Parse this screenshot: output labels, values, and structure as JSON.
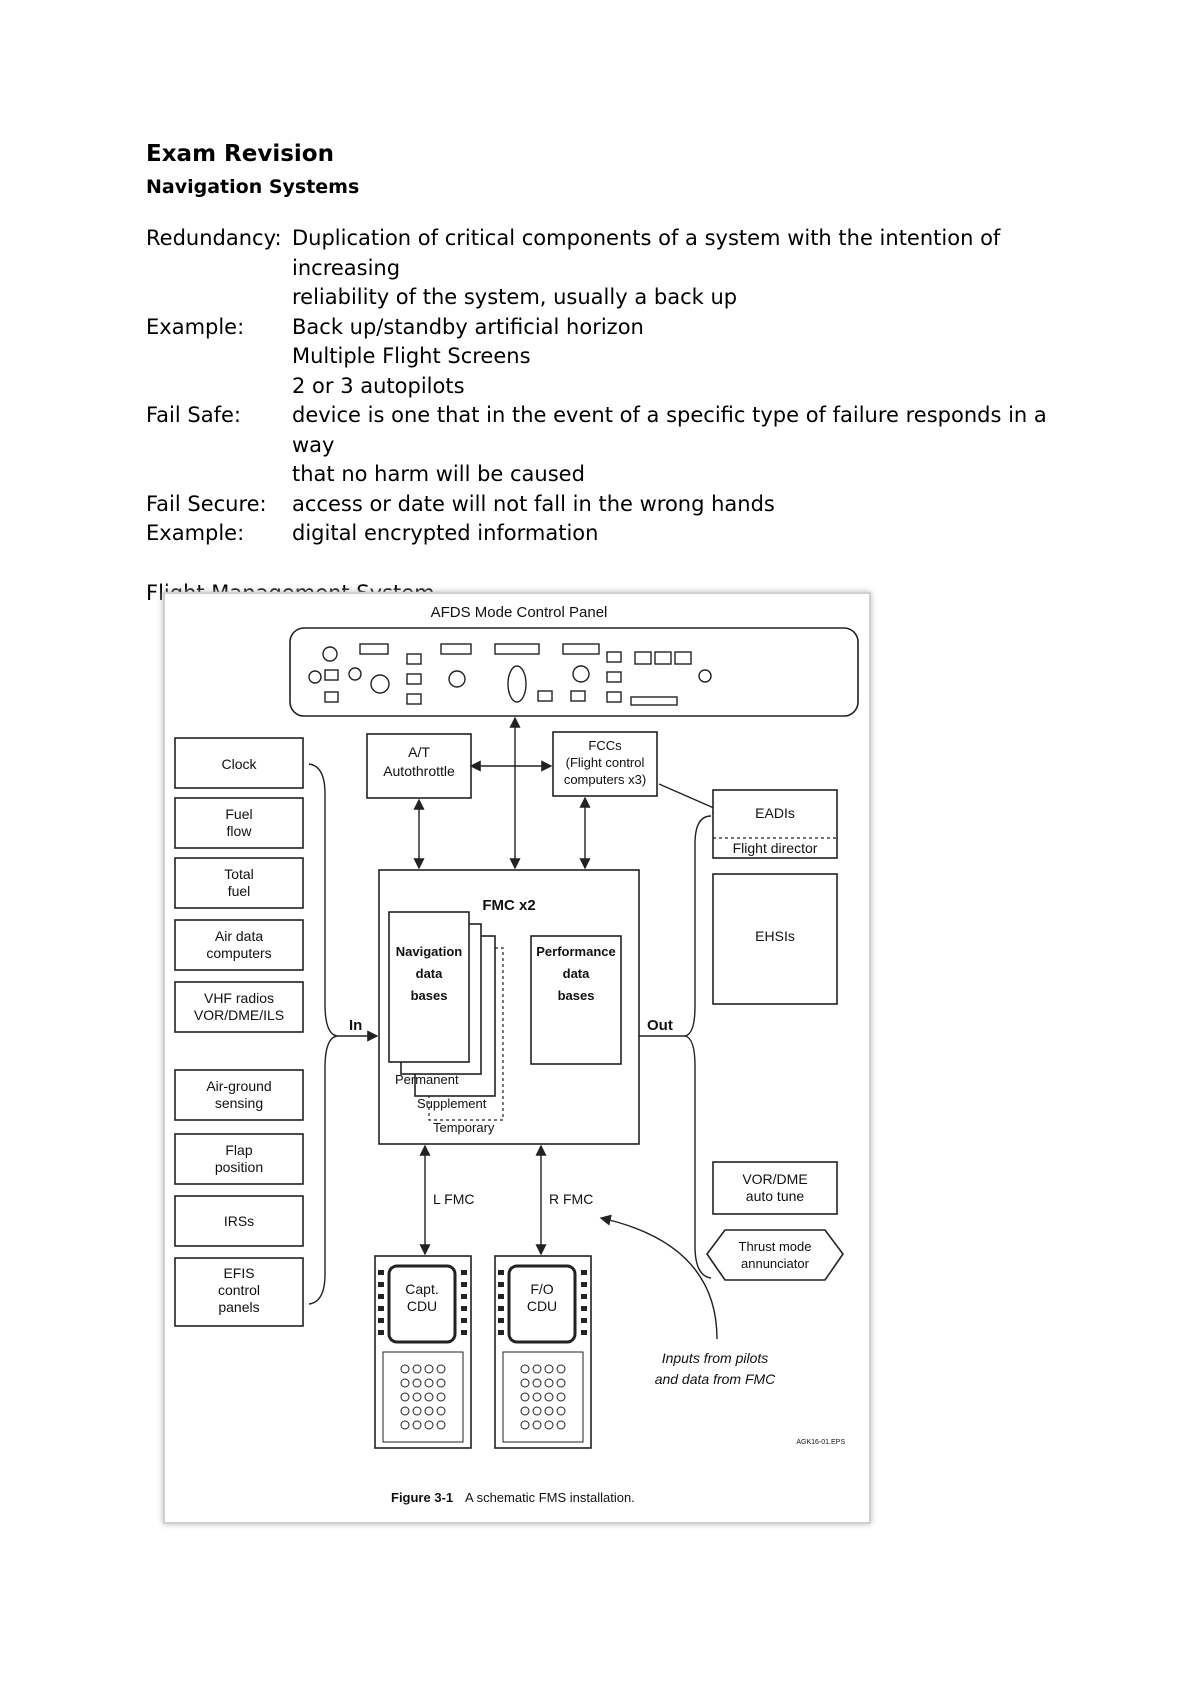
{
  "document": {
    "title": "Exam Revision",
    "subtitle": "Navigation Systems",
    "definitions": [
      {
        "term": "Redundancy:",
        "lines": [
          "Duplication of critical components of a system with the intention of increasing",
          "reliability of the system, usually a back up"
        ]
      },
      {
        "term": "Example:",
        "lines": [
          "Back up/standby artificial horizon",
          "Multiple Flight Screens",
          "2 or 3 autopilots"
        ]
      },
      {
        "term": "Fail Safe:",
        "lines": [
          "device is one that in the event of a specific type of failure responds in a way",
          "that no harm will be caused"
        ]
      },
      {
        "term": "Fail Secure:",
        "lines": [
          "access or date will not fall in the wrong hands"
        ]
      },
      {
        "term": "Example:",
        "lines": [
          "digital encrypted information"
        ]
      }
    ],
    "section_heading": "Flight Management System"
  },
  "figure": {
    "panel_title": "AFDS Mode Control Panel",
    "inputs": [
      [
        "Clock"
      ],
      [
        "Fuel",
        "flow"
      ],
      [
        "Total",
        "fuel"
      ],
      [
        "Air data",
        "computers"
      ],
      [
        "VHF radios",
        "VOR/DME/ILS"
      ],
      [
        "Air-ground",
        "sensing"
      ],
      [
        "Flap",
        "position"
      ],
      [
        "IRSs"
      ],
      [
        "EFIS",
        "control",
        "panels"
      ]
    ],
    "in_label": "In",
    "out_label": "Out",
    "autothrottle": [
      "A/T",
      "Autothrottle"
    ],
    "fccs": [
      "FCCs",
      "(Flight control",
      "computers x3)"
    ],
    "fmc_title": "FMC x2",
    "nav_db": [
      "Navigation",
      "data",
      "bases"
    ],
    "perf_db": [
      "Performance",
      "data",
      "bases"
    ],
    "db_layers": {
      "permanent": "Permanent",
      "supplement": "Supplement",
      "temporary": "Temporary"
    },
    "l_fmc": "L FMC",
    "r_fmc": "R FMC",
    "capt_cdu": [
      "Capt.",
      "CDU"
    ],
    "fo_cdu": [
      "F/O",
      "CDU"
    ],
    "pilot_note": [
      "Inputs from pilots",
      "and data from FMC"
    ],
    "outputs": {
      "eadis": "EADIs",
      "flight_director": "Flight director",
      "ehsis": "EHSIs",
      "vor_dme": [
        "VOR/DME",
        "auto tune"
      ],
      "thrust_mode": [
        "Thrust mode",
        "annunciator"
      ]
    },
    "code": "AGK16-01.EPS",
    "caption_number": "Figure 3-1",
    "caption_text": "A schematic FMS installation."
  }
}
